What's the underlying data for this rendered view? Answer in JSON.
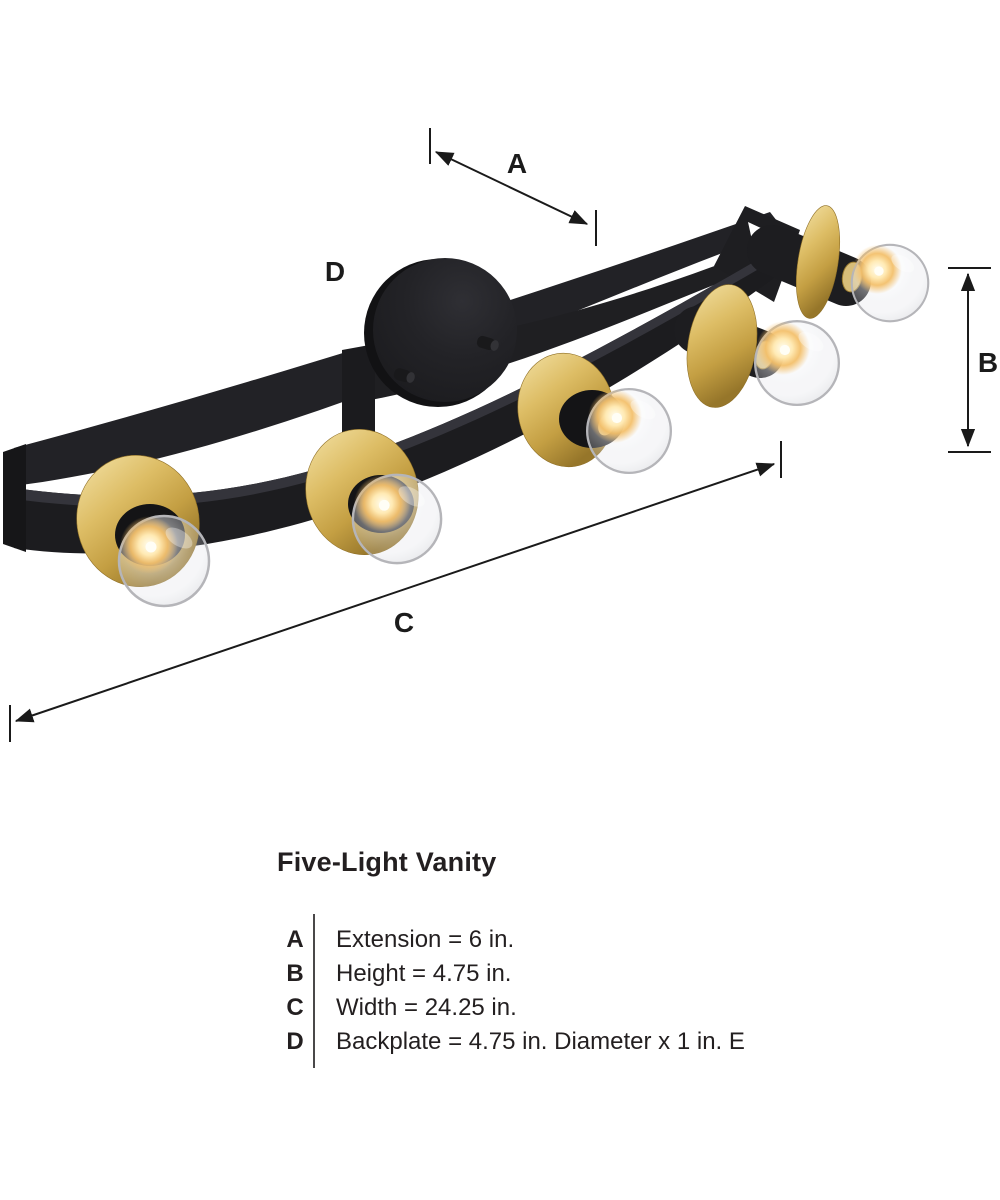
{
  "product": {
    "title": "Five-Light Vanity",
    "specs": [
      {
        "key": "A",
        "value": "Extension = 6 in."
      },
      {
        "key": "B",
        "value": "Height = 4.75 in."
      },
      {
        "key": "C",
        "value": "Width = 24.25 in."
      },
      {
        "key": "D",
        "value": "Backplate = 4.75 in. Diameter x 1 in. E"
      }
    ]
  },
  "diagram": {
    "type": "product-dimension-diagram",
    "bulb_count": 5,
    "dimension_labels": {
      "a": "A",
      "b": "B",
      "c": "C",
      "d": "D"
    },
    "colors": {
      "fixture_black": "#1f1f22",
      "brass": "#c9a44c",
      "dimension_line": "#1a1a1a",
      "glow": "#f5c268"
    }
  }
}
